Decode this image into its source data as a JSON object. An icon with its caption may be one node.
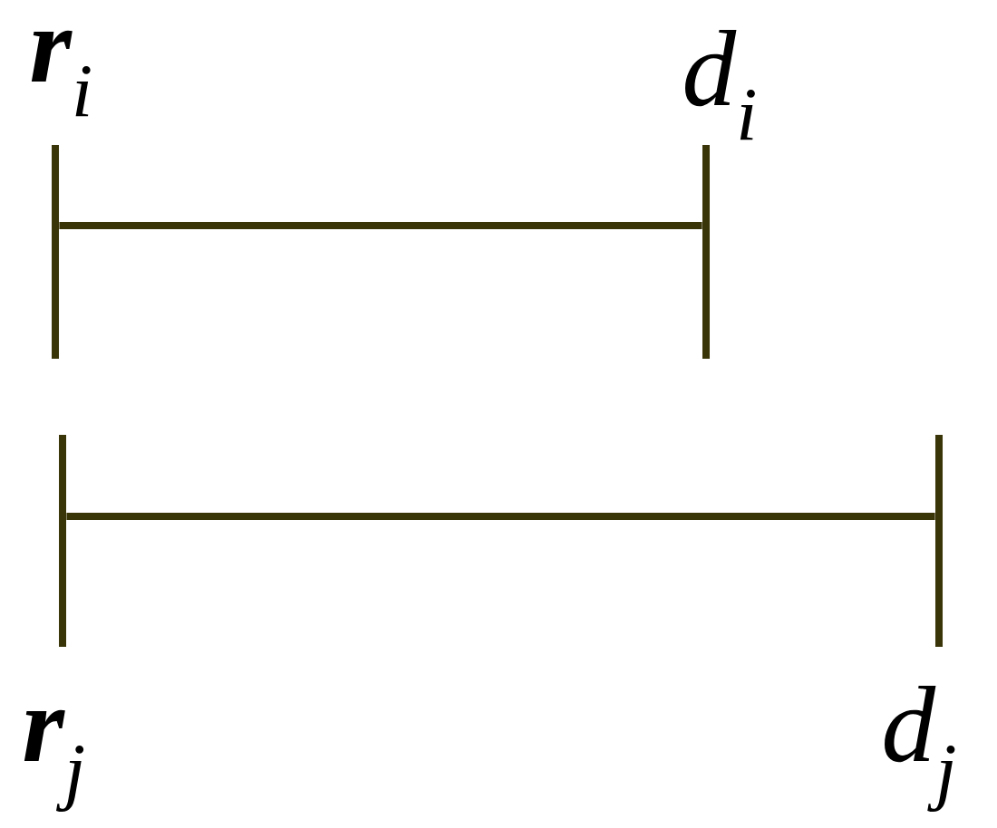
{
  "diagram": {
    "nodes": [
      {
        "text": [
          "**r**$_{i}$"
        ]
      },
      {
        "text": [
          "d$_{i}$"
        ]
      },
      {
        "text": [
          "**r**$_{j}$"
        ]
      },
      {
        "text": [
          "d$_{j}$"
        ]
      }
    ],
    "edges": [
      {
        "from": 0,
        "to": 1,
        "arrow": "none"
      },
      {
        "from": 2,
        "to": 3,
        "arrow": "none"
      }
    ]
  }
}
